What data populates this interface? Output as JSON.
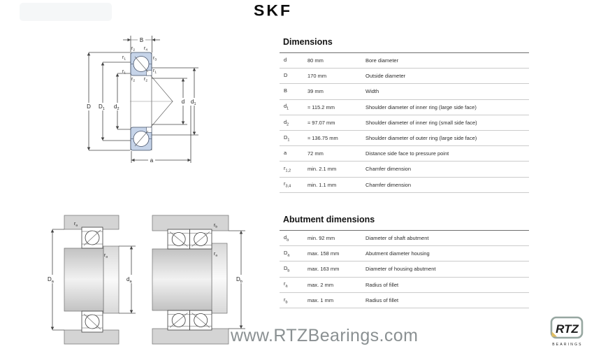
{
  "header": {
    "skf_logo": "SKF"
  },
  "dimensions_table": {
    "title": "Dimensions",
    "rows": [
      {
        "sym": "d",
        "sub": "",
        "value": "80 mm",
        "desc": "Bore diameter"
      },
      {
        "sym": "D",
        "sub": "",
        "value": "170 mm",
        "desc": "Outside diameter"
      },
      {
        "sym": "B",
        "sub": "",
        "value": "39 mm",
        "desc": "Width"
      },
      {
        "sym": "d",
        "sub": "1",
        "value": "≈ 115.2 mm",
        "desc": "Shoulder diameter of inner ring (large side face)"
      },
      {
        "sym": "d",
        "sub": "2",
        "value": "≈ 97.07 mm",
        "desc": "Shoulder diameter of inner ring (small side face)"
      },
      {
        "sym": "D",
        "sub": "1",
        "value": "≈ 136.75 mm",
        "desc": "Shoulder diameter of outer ring (large side face)"
      },
      {
        "sym": "a",
        "sub": "",
        "value": "72 mm",
        "desc": "Distance side face to pressure point"
      },
      {
        "sym": "r",
        "sub": "1,2",
        "value": "min. 2.1 mm",
        "desc": "Chamfer dimension"
      },
      {
        "sym": "r",
        "sub": "3,4",
        "value": "min. 1.1 mm",
        "desc": "Chamfer dimension"
      }
    ]
  },
  "abutment_table": {
    "title": "Abutment dimensions",
    "rows": [
      {
        "sym": "d",
        "sub": "a",
        "value": "min. 92 mm",
        "desc": "Diameter of shaft abutment"
      },
      {
        "sym": "D",
        "sub": "a",
        "value": "max. 158 mm",
        "desc": "Abutment diameter housing"
      },
      {
        "sym": "D",
        "sub": "b",
        "value": "max. 163 mm",
        "desc": "Diameter of housing abutment"
      },
      {
        "sym": "r",
        "sub": "a",
        "value": "max. 2 mm",
        "desc": "Radius of fillet"
      },
      {
        "sym": "r",
        "sub": "b",
        "value": "max. 1 mm",
        "desc": "Radius of fillet"
      }
    ]
  },
  "diagram_labels": {
    "B": "B",
    "D": "D",
    "d": "d",
    "a": "a",
    "r": "r",
    "sub1": "1",
    "sub2": "2",
    "sub3": "3",
    "sub4": "4",
    "suba": "a",
    "subb": "b"
  },
  "watermark": {
    "url": "www.RTZBearings.com"
  },
  "rtz_logo": {
    "text": "RTZ",
    "subtext": "BEARINGS"
  },
  "colors": {
    "bearing_fill": "#c6d4e9",
    "steel_gray": "#d4d4d4",
    "accent_yellow": "#e2bf62",
    "rtz_green": "#97a7a1",
    "watermark_gray": "#8a9092"
  }
}
